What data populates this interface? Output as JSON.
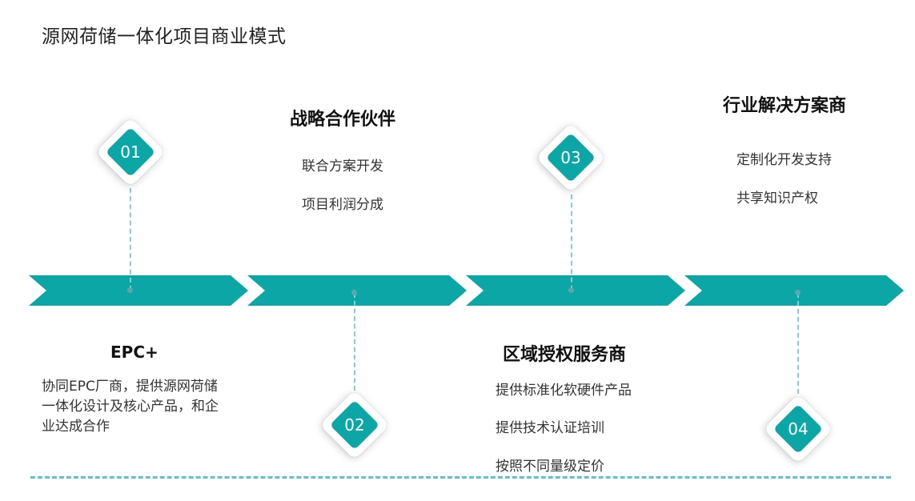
{
  "title": "源网荷储一体化项目商业模式",
  "colors": {
    "accent": "#0ca6a6",
    "dashed": "#86cdd8"
  },
  "steps": [
    {
      "number": "01",
      "heading": "EPC+",
      "description": "协同EPC厂商，提供源网荷储一体化设计及核心产品，和企业达成合作"
    },
    {
      "number": "02",
      "heading": "战略合作伙伴",
      "items": [
        "联合方案开发",
        "项目利润分成"
      ]
    },
    {
      "number": "03",
      "heading": "区域授权服务商",
      "items": [
        "提供标准化软硬件产品",
        "提供技术认证培训",
        "按照不同量级定价"
      ]
    },
    {
      "number": "04",
      "heading": "行业解决方案商",
      "items": [
        "定制化开发支持",
        "共享知识产权"
      ]
    }
  ]
}
